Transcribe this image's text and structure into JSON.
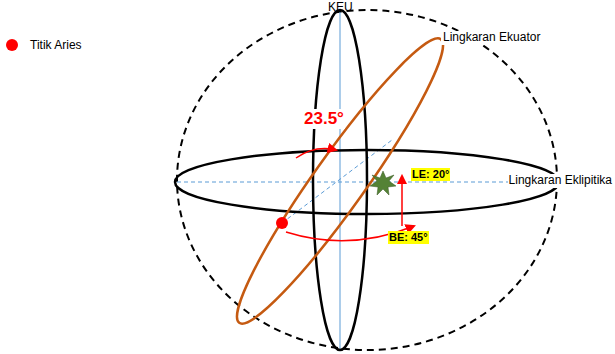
{
  "diagram": {
    "labels": [
      "KEU",
      "23.5°",
      "Lingkaran Ekuator",
      "Lingkaran Eklipitika",
      "LE: 20°",
      "BE: 45°"
    ],
    "legend": [
      {
        "text": "Titik Aries",
        "color": "#ff0000"
      }
    ]
  }
}
